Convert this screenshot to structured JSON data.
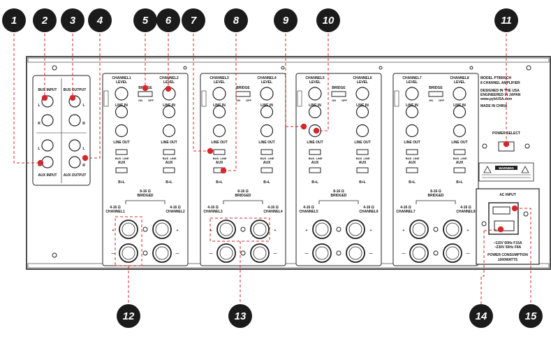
{
  "callouts": [
    "1",
    "2",
    "3",
    "4",
    "5",
    "6",
    "7",
    "8",
    "9",
    "10",
    "11",
    "12",
    "13",
    "14",
    "15"
  ],
  "aux_panel": {
    "bus_input": "BUS INPUT",
    "bus_output": "BUS OUTPUT",
    "aux_input": "AUX INPUT",
    "aux_output": "AUX OUTPUT",
    "l": "L",
    "r": "R"
  },
  "channel_pairs": [
    {
      "left": "CHANNEL1",
      "right": "CHANNEL2",
      "left_out": "CHANNEL1",
      "right_out": "CHANNEL2"
    },
    {
      "left": "CHANNEL3",
      "right": "CHANNEL4",
      "left_out": "CHANNEL3",
      "right_out": "CHANNEL4"
    },
    {
      "left": "CHANNEL5",
      "right": "CHANNEL6",
      "left_out": "CHANNEL5",
      "right_out": "CHANNEL6"
    },
    {
      "left": "CHANNEL7",
      "right": "CHANNEL8",
      "left_out": "CHANNEL7",
      "right_out": "CHANNEL8"
    }
  ],
  "module_labels": {
    "level": "LEVEL",
    "bridge": "BRIDGE",
    "on": "ON",
    "off": "OFF",
    "line_in": "LINE IN",
    "line_out": "LINE OUT",
    "bus": "BUS",
    "line": "LINE",
    "aux": "AUX",
    "b_l": "B+L",
    "bridged_ohms": "8-16 Ω",
    "bridged": "BRIDGED",
    "ohms": "4-16 Ω",
    "plus": "+",
    "minus": "—"
  },
  "info": {
    "model": "MODEL  PT8000CH",
    "type": "8 CHANNEL AMPLIFIER",
    "designed": "DESIGNED IN THE USA",
    "engineered": "ENGINEERED IN JAPAN",
    "web": "www.pyleUSA.com",
    "made": "MADE IN CHINA",
    "power_select": "POWER SELECT",
    "warning": "WARNING",
    "ac_input": "AC INPUT",
    "v115": "~115V 60Hz F15A",
    "v230": "~230V 50Hz F8A",
    "consumption": "POWER CONSUMPTION",
    "watts": "1000WATTS"
  },
  "colors": {
    "callout_bg": "#1b1b1b",
    "marker": "#d6282b",
    "dashed": "#d6282b"
  }
}
